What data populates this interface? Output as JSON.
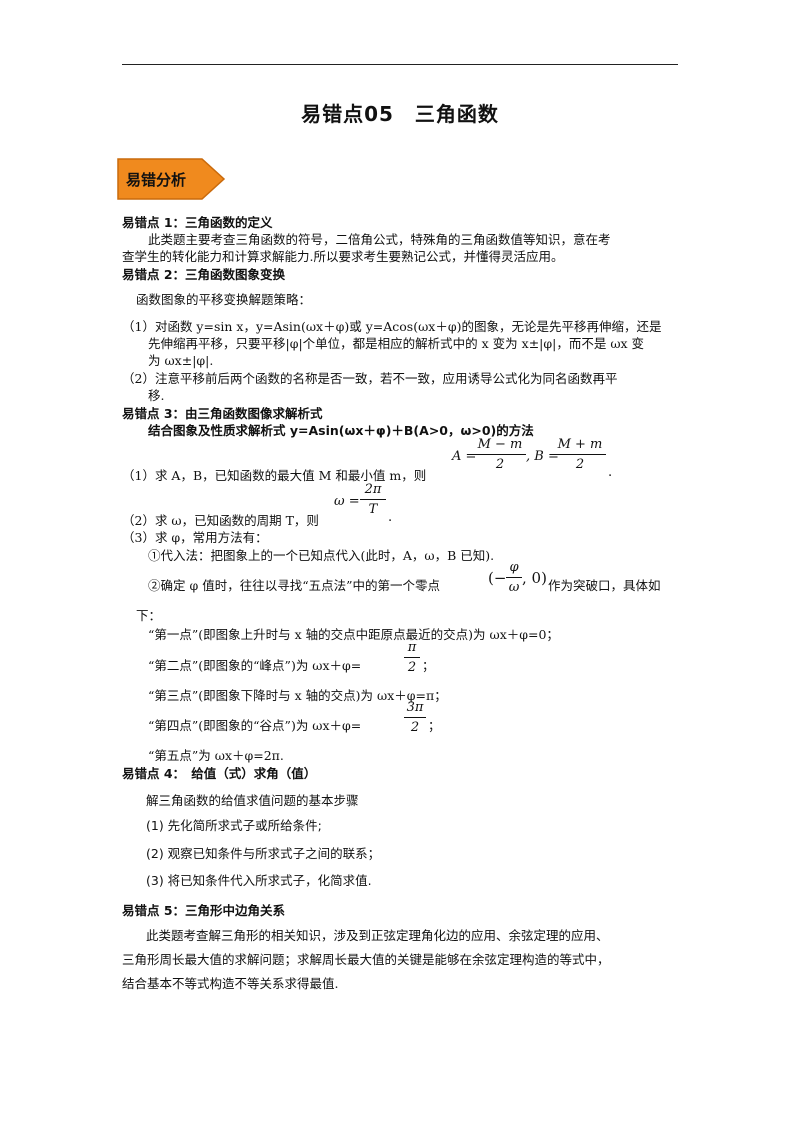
{
  "title": "易错点05　三角函数",
  "badge": "易错分析",
  "sections": {
    "s1": {
      "heading": "易错点 1：三角函数的定义",
      "lines": [
        "此类题主要考查三角函数的符号，二倍角公式，特殊角的三角函数值等知识，意在考",
        "查学生的转化能力和计算求解能力.所以要求考生要熟记公式，并懂得灵活应用。"
      ]
    },
    "s2": {
      "heading": "易错点 2：三角函数图象变换",
      "intro": "函数图象的平移变换解题策略：",
      "item1": [
        "（1）对函数 y=sin x，y=Asin(ωx＋φ)或 y=Acos(ωx＋φ)的图象，无论是先平移再伸缩，还是",
        "先伸缩再平移，只要平移|φ|个单位，都是相应的解析式中的 x 变为 x±|φ|，而不是 ωx 变",
        "为 ωx±|φ|."
      ],
      "item2": [
        "（2）注意平移前后两个函数的名称是否一致，若不一致，应用诱导公式化为同名函数再平",
        "移."
      ]
    },
    "s3": {
      "heading": "易错点 3：由三角函数图像求解析式",
      "subheading": "结合图象及性质求解析式 y=Asin(ωx＋φ)＋B(A>0，ω>0)的方法",
      "item1": "（1）求 A，B，已知函数的最大值 M 和最小值 m，则",
      "formulaA_left": "A =",
      "formulaA_num": "M − m",
      "formulaA_den": "2",
      "formulaB_left": ", B =",
      "formulaB_num": "M + m",
      "formulaB_den": "2",
      "formula_end": ".",
      "item2": "（2）求 ω，已知函数的周期 T，则",
      "omega_left": "ω =",
      "omega_num": "2π",
      "omega_den": "T",
      "omega_end": ".",
      "item3": "（3）求 φ，常用方法有：",
      "m1": "①代入法：把图象上的一个已知点代入(此时，A，ω，B 已知).",
      "m2a": "②确定 φ 值时，往往以寻找“五点法”中的第一个零点",
      "m2_pt_left": "(−",
      "m2_pt_num": "φ",
      "m2_pt_den": "ω",
      "m2_pt_right": ", 0)",
      "m2b": "作为突破口，具体如",
      "m2c": "下：",
      "pt1": "“第一点”(即图象上升时与 x 轴的交点中距原点最近的交点)为 ωx＋φ=0；",
      "pt2": "“第二点”(即图象的“峰点”)为 ωx＋φ=",
      "pt2_num": "π",
      "pt2_den": "2",
      "pt2_end": "；",
      "pt3": "“第三点”(即图象下降时与 x 轴的交点)为 ωx＋φ=π；",
      "pt4": "“第四点”(即图象的“谷点”)为 ωx＋φ=",
      "pt4_num": "3π",
      "pt4_den": "2",
      "pt4_end": "；",
      "pt5": "“第五点”为 ωx＋φ=2π."
    },
    "s4": {
      "heading": "易错点 4：　给值（式）求角（值）",
      "intro": "解三角函数的给值求值问题的基本步骤",
      "steps": [
        "(1) 先化简所求式子或所给条件;",
        "(2) 观察已知条件与所求式子之间的联系；",
        "(3) 将已知条件代入所求式子，化简求值."
      ]
    },
    "s5": {
      "heading": "易错点 5：三角形中边角关系",
      "lines": [
        "此类题考查解三角形的相关知识，涉及到正弦定理角化边的应用、余弦定理的应用、",
        "三角形周长最大值的求解问题；求解周长最大值的关键是能够在余弦定理构造的等式中，",
        "结合基本不等式构造不等关系求得最值."
      ]
    }
  },
  "colors": {
    "badge_fill": "#f08a1e",
    "badge_stroke": "#c96a0c",
    "text": "#111111"
  }
}
